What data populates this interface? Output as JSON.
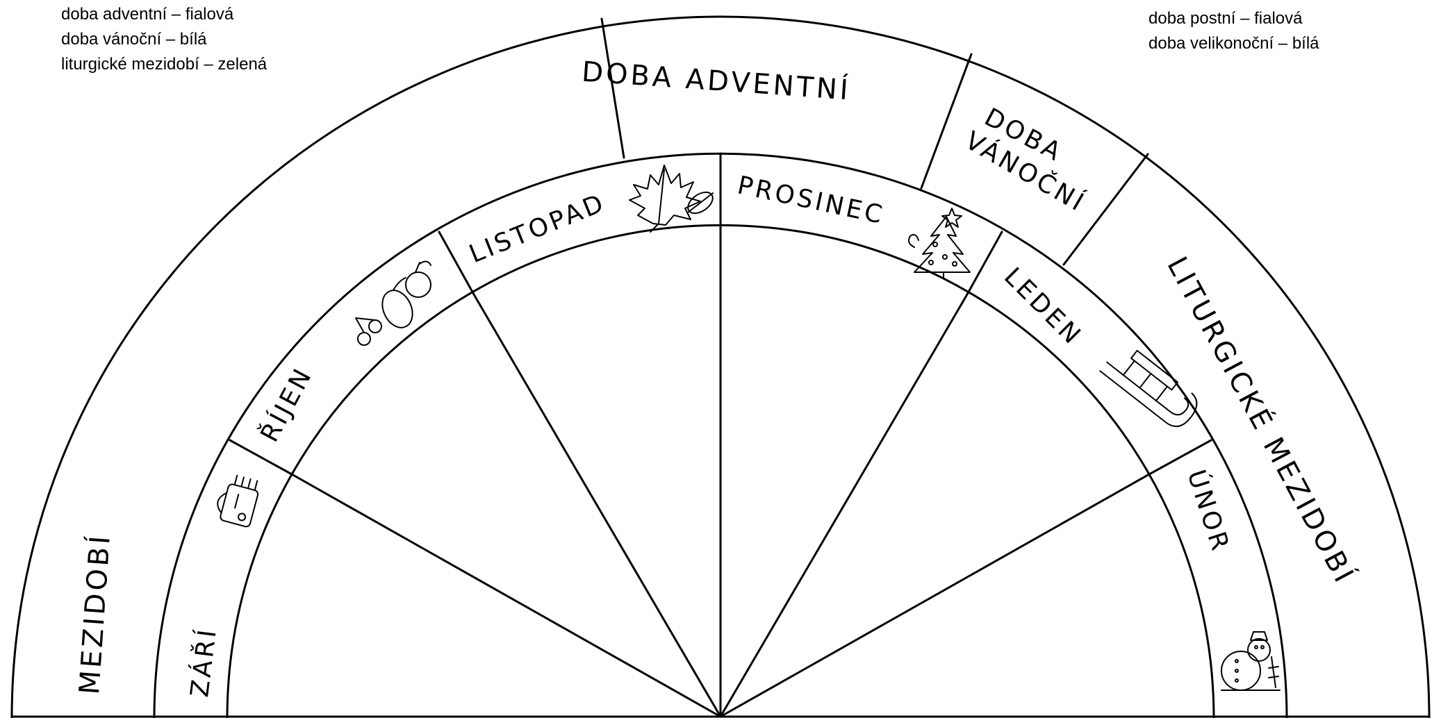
{
  "legend_left": [
    "doba adventní – fialová",
    "doba vánoční – bílá",
    "liturgické mezidobí – zelená"
  ],
  "legend_right": [
    "doba postní – fialová",
    "doba velikonoční – bílá"
  ],
  "seasons": {
    "advent": "DOBA ADVENTNÍ",
    "christmas_line1": "DOBA",
    "christmas_line2": "VÁNOČNÍ",
    "ordinary_right": "LITURGICKÉ MEZIDOBÍ",
    "ordinary_left": "MEZIDOBÍ"
  },
  "months": {
    "september": "ZÁŘÍ",
    "october": "ŘÍJEN",
    "november": "LISTOPAD",
    "december": "PROSINEC",
    "january": "LEDEN",
    "february": "ÚNOR"
  },
  "icons": {
    "september": "school-bag-icon",
    "october": "fruit-icon",
    "november": "leaves-icon",
    "december": "christmas-tree-icon",
    "january": "sled-icon",
    "february": "snowman-icon"
  }
}
